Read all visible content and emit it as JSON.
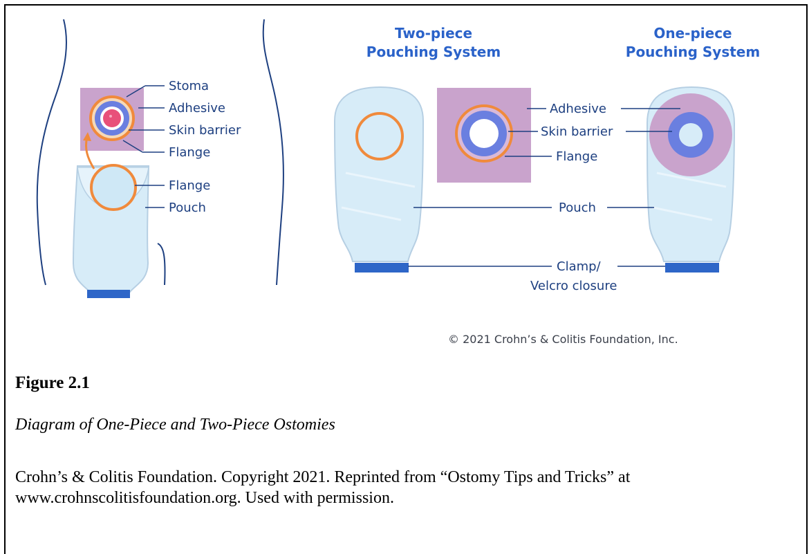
{
  "diagram": {
    "header_two_piece": [
      "Two-piece",
      "Pouching System"
    ],
    "header_one_piece": [
      "One-piece",
      "Pouching System"
    ],
    "left_labels": {
      "stoma": "Stoma",
      "adhesive": "Adhesive",
      "skin_barrier": "Skin barrier",
      "flange_upper": "Flange",
      "flange_lower": "Flange",
      "pouch": "Pouch"
    },
    "center_labels": {
      "adhesive": "Adhesive",
      "skin_barrier": "Skin barrier",
      "flange": "Flange",
      "pouch": "Pouch",
      "clamp": "Clamp/",
      "velcro": "Velcro closure"
    },
    "copyright": "© 2021 Crohn’s & Colitis Foundation, Inc."
  },
  "caption": {
    "figure_number": "Figure 2.1",
    "figure_title": "Diagram of One-Piece and Two-Piece Ostomies",
    "credit": "Crohn’s & Colitis Foundation. Copyright 2021. Reprinted from “Ostomy Tips and Tricks” at www.crohnscolitisfoundation.org. Used with permission."
  },
  "colors": {
    "adhesive": "#c9a3cc",
    "skin_barrier": "#6a7fe0",
    "flange": "#f08a3c",
    "stoma": "#e8507a",
    "pouch": "#d7ecf8",
    "clamp": "#2e66c8",
    "label_text": "#1d3f80",
    "header_text": "#2a62c9"
  }
}
